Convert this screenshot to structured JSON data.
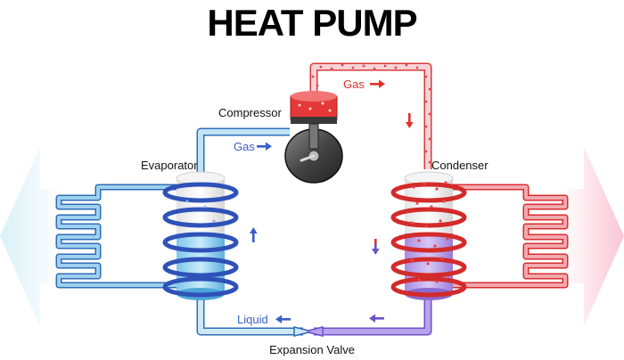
{
  "title": "HEAT PUMP",
  "labels": {
    "compressor": "Compressor",
    "evaporator": "Evaporator",
    "condenser": "Condenser",
    "expansion_valve": "Expansion Valve",
    "gas_cold": "Gas",
    "gas_hot": "Gas",
    "liquid": "Liquid"
  },
  "colors": {
    "cold": "#4a78d8",
    "cold_light": "#a9d6ef",
    "hot": "#e23a33",
    "hot_light": "#f7c9cf",
    "mixed": "#9b82d8"
  }
}
